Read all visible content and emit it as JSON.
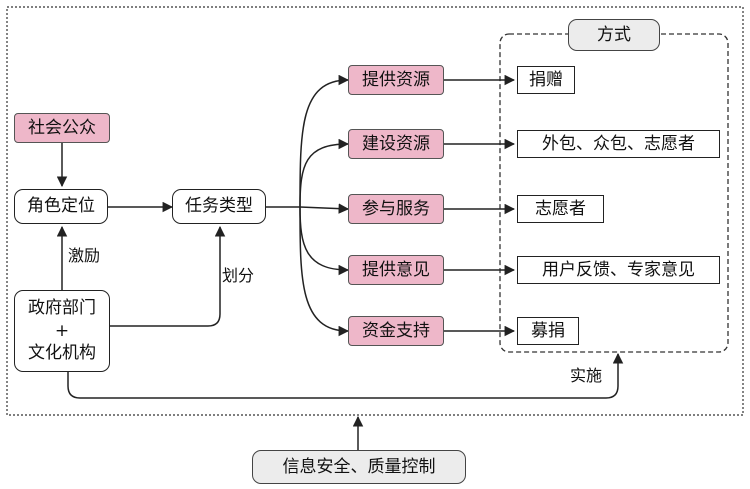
{
  "nodes": {
    "public": "社会公众",
    "role": "角色定位",
    "task": "任务类型",
    "gov_line1": "政府部门",
    "gov_plus": "+",
    "gov_line2": "文化机构",
    "method_header": "方式",
    "tasks": [
      "提供资源",
      "建设资源",
      "参与服务",
      "提供意见",
      "资金支持"
    ],
    "methods": [
      "捐赠",
      "外包、众包、志愿者",
      "志愿者",
      "用户反馈、专家意见",
      "募捐"
    ],
    "bottom": "信息安全、质量控制"
  },
  "edge_labels": {
    "incentive": "激励",
    "divide": "划分",
    "implement": "实施"
  }
}
